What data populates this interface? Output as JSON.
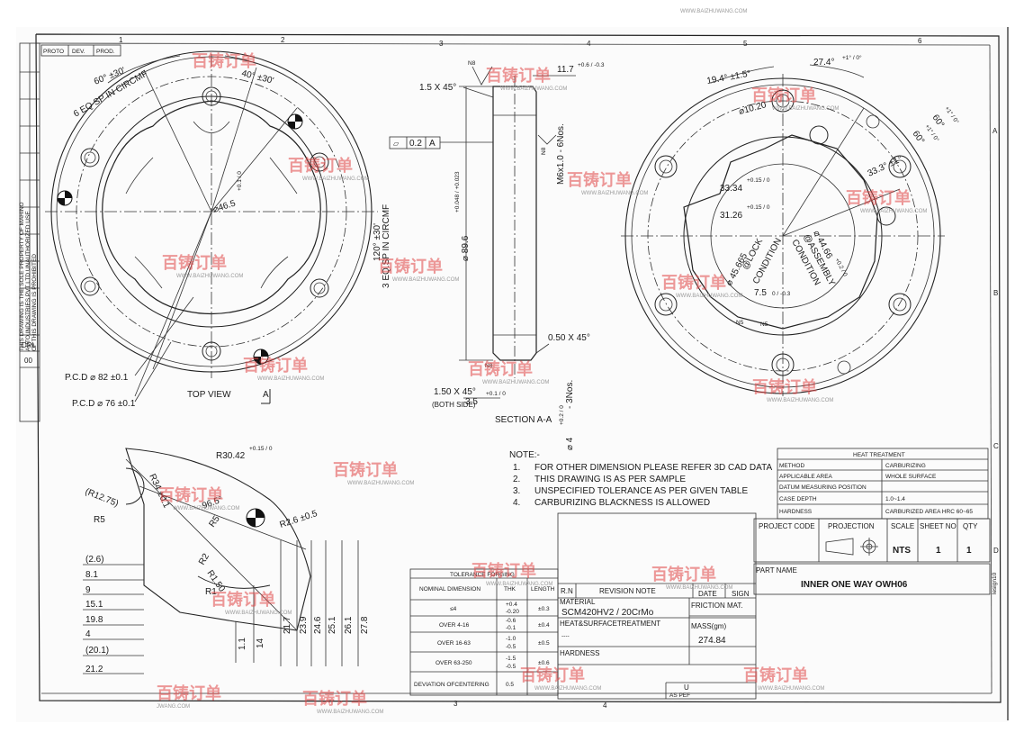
{
  "watermark": {
    "brand": "百铸订单",
    "url": "WWW.BAIZHUWANG.COM",
    "url_cut": "JWANG.COM",
    "color": "#e04646"
  },
  "border": {
    "cols": [
      "1",
      "2",
      "3",
      "4",
      "5",
      "6"
    ],
    "rows": [
      "A",
      "B",
      "C",
      "D"
    ],
    "bottom_cols": [
      "3",
      "4"
    ],
    "stages": [
      "PROTO",
      "DEV.",
      "PROD."
    ],
    "drl": "DRL",
    "drl_no": "00",
    "ownership_note": [
      "THIS DRAWING IS THE SOLE PROPERTY OF MAHINO",
      "AUTO INDUSTRIES PVT LTD UNAUTHORIZED USE",
      "OF THIS DRAWING IS PROHIBITED"
    ],
    "right_edge": "lesign10"
  },
  "top_view": {
    "label": "TOP VIEW",
    "section_mark": "A",
    "angle_60": "60° ±30'",
    "angle_40": "40° ±30'",
    "angle_120": "120° ±30'",
    "holes_6": "6 EQ SP IN CIRCMF",
    "holes_3": "3 EQ.SP IN CIRCMF",
    "dia_inner": "⌀46.5",
    "dia_inner_tol": "+0.1 / 0",
    "pcd_82": "P.C.D ⌀ 82 ±0.1",
    "pcd_76": "P.C.D ⌀ 76 ±0.1"
  },
  "section_view": {
    "label": "SECTION A-A",
    "chamfer_top": "1.5 X 45°",
    "height": "11.7",
    "height_tol": "+0.6 / -0.3",
    "flatness_sym": "▱",
    "flatness": "0.2",
    "datum": "A",
    "finish_n8": "N8",
    "thread": "M6x1.0 - 6Nos.",
    "dia_896": "⌀ 89.6",
    "dia_896_tol": "+0.048 / +0.023",
    "chamfer_050": "0.50 X 45°",
    "chamfer_150": "1.50 X 45°",
    "both_side": "(BOTH SIDE)",
    "dim_35": "3.5",
    "dim_35_tol": "+0.1 / 0",
    "dia_4": "⌀ 4",
    "dia_4_tol": "+0.2 / 0",
    "nos_3": "- 3Nos."
  },
  "bottom_view": {
    "angle_274": "27.4°",
    "angle_274_tol": "+1° / 0°",
    "angle_194": "19.4° ±1.5°",
    "angle_60a": "60°",
    "angle_60a_tol": "+1° / 0°",
    "angle_60b": "60°",
    "angle_60b_tol": "+1° / 0°",
    "angle_333": "33.3° ±1°",
    "r1020": "⌀10.20",
    "d3334": "33.34",
    "d3334_tol": "+0.15 / 0",
    "d3126": "31.26",
    "d3126_tol": "+0.15 / 0",
    "d45665": "⌀ 45.665",
    "lock": "@LOCK",
    "condition": "CONDITION",
    "d4466": "⌀ 44.66",
    "d4466_tol": "+0.2 / 0",
    "assembly": "@ASSEMBLY",
    "condition2": "CONDITION",
    "d75": "7.5",
    "d75_tol": "0 / -0.3",
    "n5": "N5"
  },
  "detail_view": {
    "r3042": "R30.42",
    "r3042_tol": "+0.15 / 0",
    "r1275": "(R12.75)",
    "r34": "R34 ±0.1",
    "a965": "96.5°",
    "r5": "R5",
    "r5b": "R5",
    "r26": "R2.6 ±0.5",
    "r2": "R2",
    "r150": "R1.50",
    "r1": "R1",
    "left_dims": [
      "(2.6)",
      "8.1",
      "9",
      "15.1",
      "19.8",
      "4",
      "(20.1)",
      "21.2"
    ],
    "vert_dims": [
      "1.1",
      "14",
      "21.7",
      "23.9",
      "24.6",
      "25.1",
      "26.1",
      "27.8"
    ]
  },
  "notes": {
    "title": "NOTE:-",
    "items": [
      {
        "n": "1.",
        "t": "FOR OTHER DIMENSION PLEASE REFER 3D CAD DATA"
      },
      {
        "n": "2.",
        "t": "THIS DRAWING IS AS PER SAMPLE"
      },
      {
        "n": "3.",
        "t": "UNSPECIFIED TOLERANCE AS PER GIVEN TABLE"
      },
      {
        "n": "4.",
        "t": "CARBURIZING BLACKNESS IS ALLOWED"
      }
    ]
  },
  "heat_treatment": {
    "title": "HEAT TREATMENT",
    "rows": [
      {
        "k": "METHOD",
        "v": "CARBURIZING"
      },
      {
        "k": "APPLICABLE AREA",
        "v": "WHOLE SURFACE"
      },
      {
        "k": "DATUM MEASURING POSITION",
        "v": ""
      },
      {
        "k": "CASE DEPTH",
        "v": "1.0~1.4"
      },
      {
        "k": "HARDNESS",
        "v": "CARBURIZED AREA  HRC 60~65"
      }
    ]
  },
  "tolerance": {
    "title": "TOLERANCE FORGING",
    "headers": [
      "NOMINAL DIMENSION",
      "THK",
      "LENGTH"
    ],
    "rows": [
      {
        "dim": "≤4",
        "thk": [
          "+0.4",
          "-0.20"
        ],
        "len": "±0.3"
      },
      {
        "dim": "OVER 4-16",
        "thk": [
          "-0.6",
          "-0.1"
        ],
        "len": "±0.4"
      },
      {
        "dim": "OVER 16-63",
        "thk": [
          "-1.0",
          "-0.5"
        ],
        "len": "±0.5"
      },
      {
        "dim": "OVER 63-250",
        "thk": [
          "-1.5",
          "-0.5"
        ],
        "len": "±0.6"
      },
      {
        "dim": "DEVIATION OFCENTERING",
        "thk": [
          "0.5"
        ],
        "len": ""
      }
    ]
  },
  "title_block": {
    "rn": "R.N",
    "revision_note": "REVISION NOTE",
    "date": "DATE",
    "sign": "SIGN",
    "material_label": "MATERIAL",
    "material": "SCM420HV2 / 20CrMo",
    "heat_label": "HEAT&SURFACETREATMENT",
    "heat_value": "----",
    "hardness_label": "HARDNESS",
    "friction": "FRICTION MAT.",
    "mass_label": "MASS(gm)",
    "mass": "274.84",
    "project_code": "PROJECT CODE",
    "projection": "PROJECTION",
    "scale_label": "SCALE",
    "scale": "NTS",
    "sheet_label": "SHEET NO",
    "sheet": "1",
    "qty_label": "QTY",
    "qty": "1",
    "part_name_label": "PART NAME",
    "part_name": "INNER ONE WAY OWH06",
    "bottom_u": "U",
    "as_per": "AS PEF",
    "row_d": "D"
  }
}
